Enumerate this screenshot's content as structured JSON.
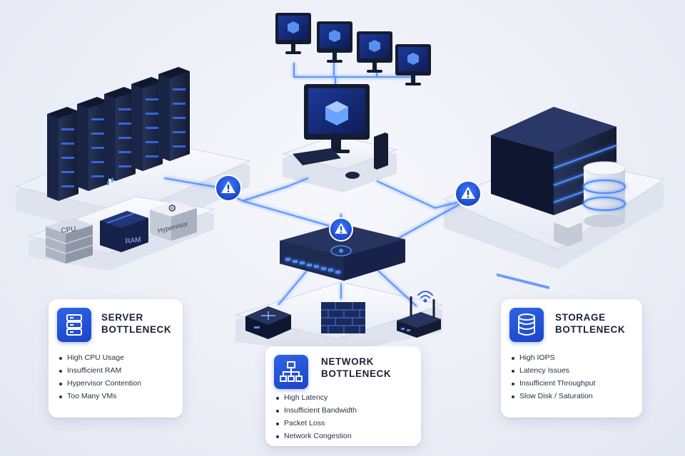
{
  "cards": {
    "server": {
      "title_line1": "SERVER",
      "title_line2": "BOTTLENECK",
      "items": [
        "High CPU Usage",
        "Insufficient RAM",
        "Hypervisor Contention",
        "Too Many VMs"
      ]
    },
    "network": {
      "title_line1": "NETWORK",
      "title_line2": "BOTTLENECK",
      "items": [
        "High Latency",
        "Insufficient Bandwidth",
        "Packet Loss",
        "Network Congestion"
      ]
    },
    "storage": {
      "title_line1": "STORAGE",
      "title_line2": "BOTTLENECK",
      "items": [
        "High IOPS",
        "Latency Issues",
        "Insufficient Throughput",
        "Slow Disk / Saturation"
      ]
    }
  },
  "component_labels": {
    "cpu": "CPU",
    "ram": "RAM",
    "hypervisor": "Hypervisor"
  },
  "icons": {
    "warning": "warning-triangle-icon",
    "server": "server-rack-icon",
    "network": "network-topology-icon",
    "storage": "database-icon",
    "gear": "gear-icon",
    "wifi": "wifi-icon"
  },
  "colors": {
    "accent": "#2f63e8",
    "glow": "#4d8bff",
    "hardware": "#1d2a4d",
    "platform": "#f3f5fb"
  }
}
